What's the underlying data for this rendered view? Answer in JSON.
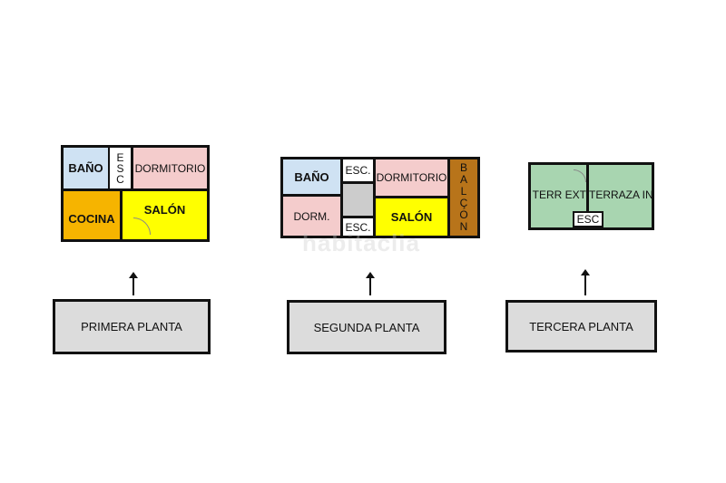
{
  "floors": [
    {
      "name": "PRIMERA PLANTA",
      "rooms": {
        "bano": "BAÑO",
        "esc": [
          "E",
          "S",
          "C"
        ],
        "dormitorio": "DORMITORIO",
        "cocina": "COCINA",
        "salon": "SALÓN"
      }
    },
    {
      "name": "SEGUNDA PLANTA",
      "rooms": {
        "bano": "BAÑO",
        "esc_top": "ESC.",
        "dormitorio": "DORMITORIO",
        "balcon": [
          "B",
          "A",
          "L",
          "Ç",
          "O",
          "N"
        ],
        "dorm": "DORM.",
        "esc_bottom": "ESC.",
        "salon": "SALÓN"
      }
    },
    {
      "name": "TERCERA PLANTA",
      "rooms": {
        "terr_ext": "TERR EXT",
        "terraza_in": "TERRAZA IN",
        "esc": "ESC"
      }
    }
  ],
  "watermark": "habitaclia",
  "colors": {
    "bano": "#cfe2f3",
    "dormitorio": "#f4cccc",
    "cocina": "#f6b400",
    "salon": "#ffff00",
    "balcon": "#b8741a",
    "hall": "#cccccc",
    "terraza": "#a8d5b0",
    "label_box": "#dcdcdc"
  }
}
